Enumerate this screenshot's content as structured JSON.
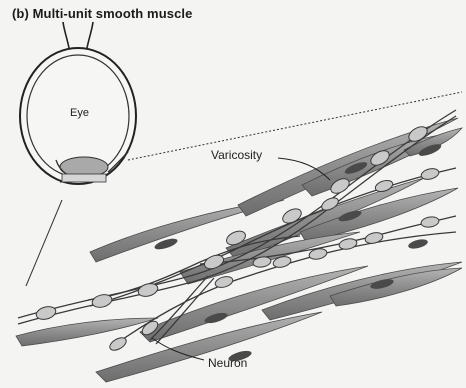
{
  "title": "(b)  Multi-unit smooth muscle",
  "labels": {
    "eye": "Eye",
    "varicosity": "Varicosity",
    "neuron": "Neuron"
  },
  "colors": {
    "muscle_fill": "#8f8f8f",
    "muscle_dark": "#5f5f5f",
    "nucleus": "#4a4a4a",
    "nerve_fill": "#bdbdbd",
    "line": "#2a2a2a",
    "background": "#f4f4f2"
  }
}
